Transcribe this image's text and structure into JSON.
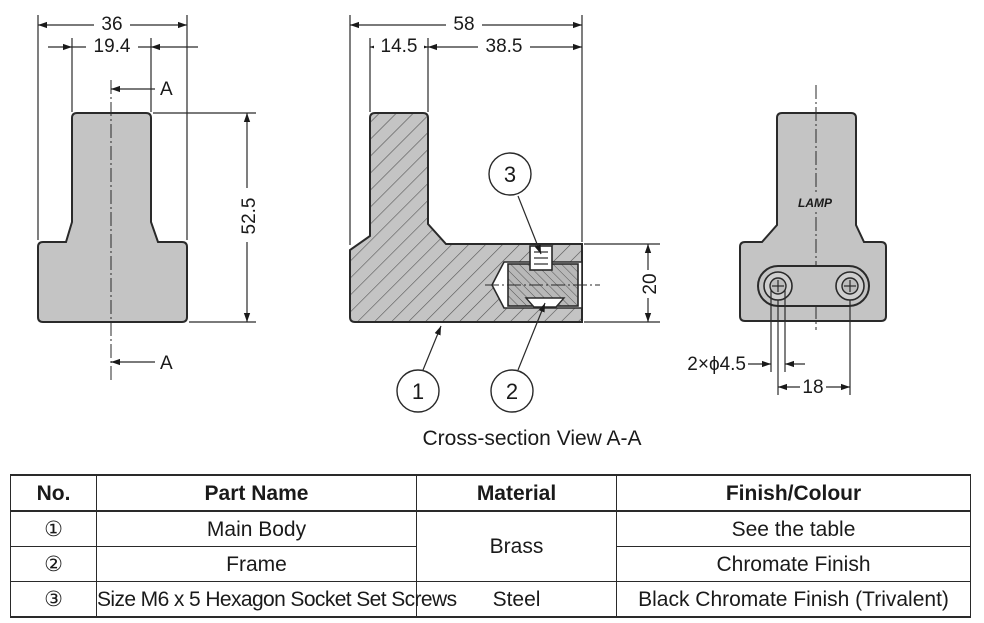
{
  "diagram": {
    "front_view": {
      "dims": {
        "width": "36",
        "half_width": "19.4",
        "height": "52.5"
      },
      "section_marks": {
        "top": "A",
        "bottom": "A"
      }
    },
    "section_view": {
      "dims": {
        "length": "58",
        "upright": "14.5",
        "offset": "38.5",
        "height": "20"
      },
      "callouts": {
        "c1": "1",
        "c2": "2",
        "c3": "3"
      },
      "caption": "Cross-section View A-A"
    },
    "side_view": {
      "logo": "LAMP",
      "dims": {
        "holes": "2×ϕ4.5",
        "pitch": "18"
      }
    }
  },
  "parts_table": {
    "headers": {
      "no": "No.",
      "name": "Part Name",
      "material": "Material",
      "finish": "Finish/Colour"
    },
    "rows": [
      {
        "no": "①",
        "name": "Main Body",
        "material": "Brass",
        "finish": "See the table"
      },
      {
        "no": "②",
        "name": "Frame",
        "finish": "Chromate Finish"
      },
      {
        "no": "③",
        "name": "Size M6 x 5 Hexagon Socket Set Screws",
        "material": "Steel",
        "finish": "Black Chromate Finish (Trivalent)"
      }
    ]
  }
}
